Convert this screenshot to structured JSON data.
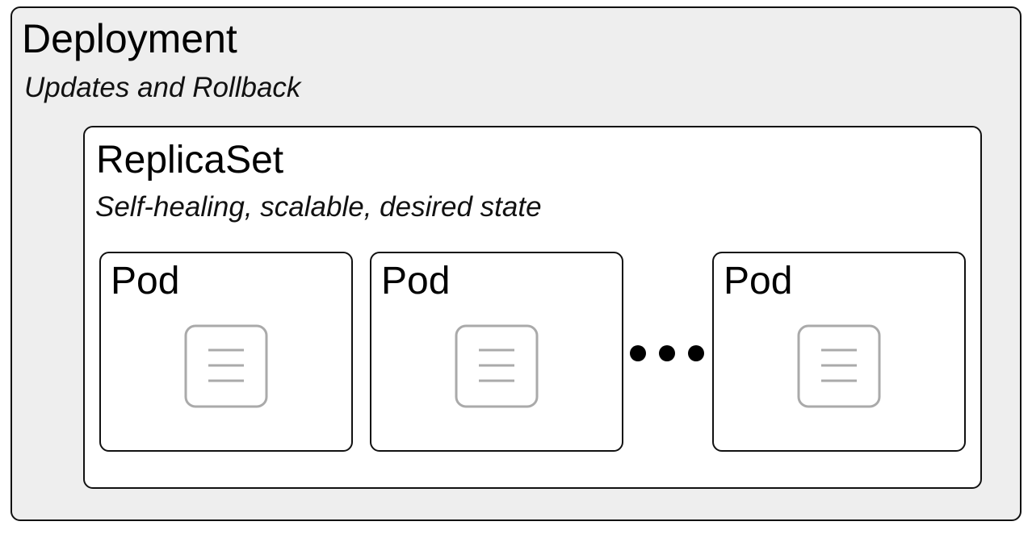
{
  "deployment": {
    "title": "Deployment",
    "subtitle": "Updates and Rollback"
  },
  "replicaset": {
    "title": "ReplicaSet",
    "subtitle": "Self-healing, scalable, desired state"
  },
  "pods": [
    {
      "label": "Pod",
      "icon": "container-icon"
    },
    {
      "label": "Pod",
      "icon": "container-icon"
    },
    {
      "label": "Pod",
      "icon": "container-icon"
    }
  ],
  "ellipsis_icon": "ellipsis-icon",
  "colors": {
    "deployment_fill": "#eeeeee",
    "box_border": "#111111",
    "icon_stroke": "#aaaaaa"
  }
}
